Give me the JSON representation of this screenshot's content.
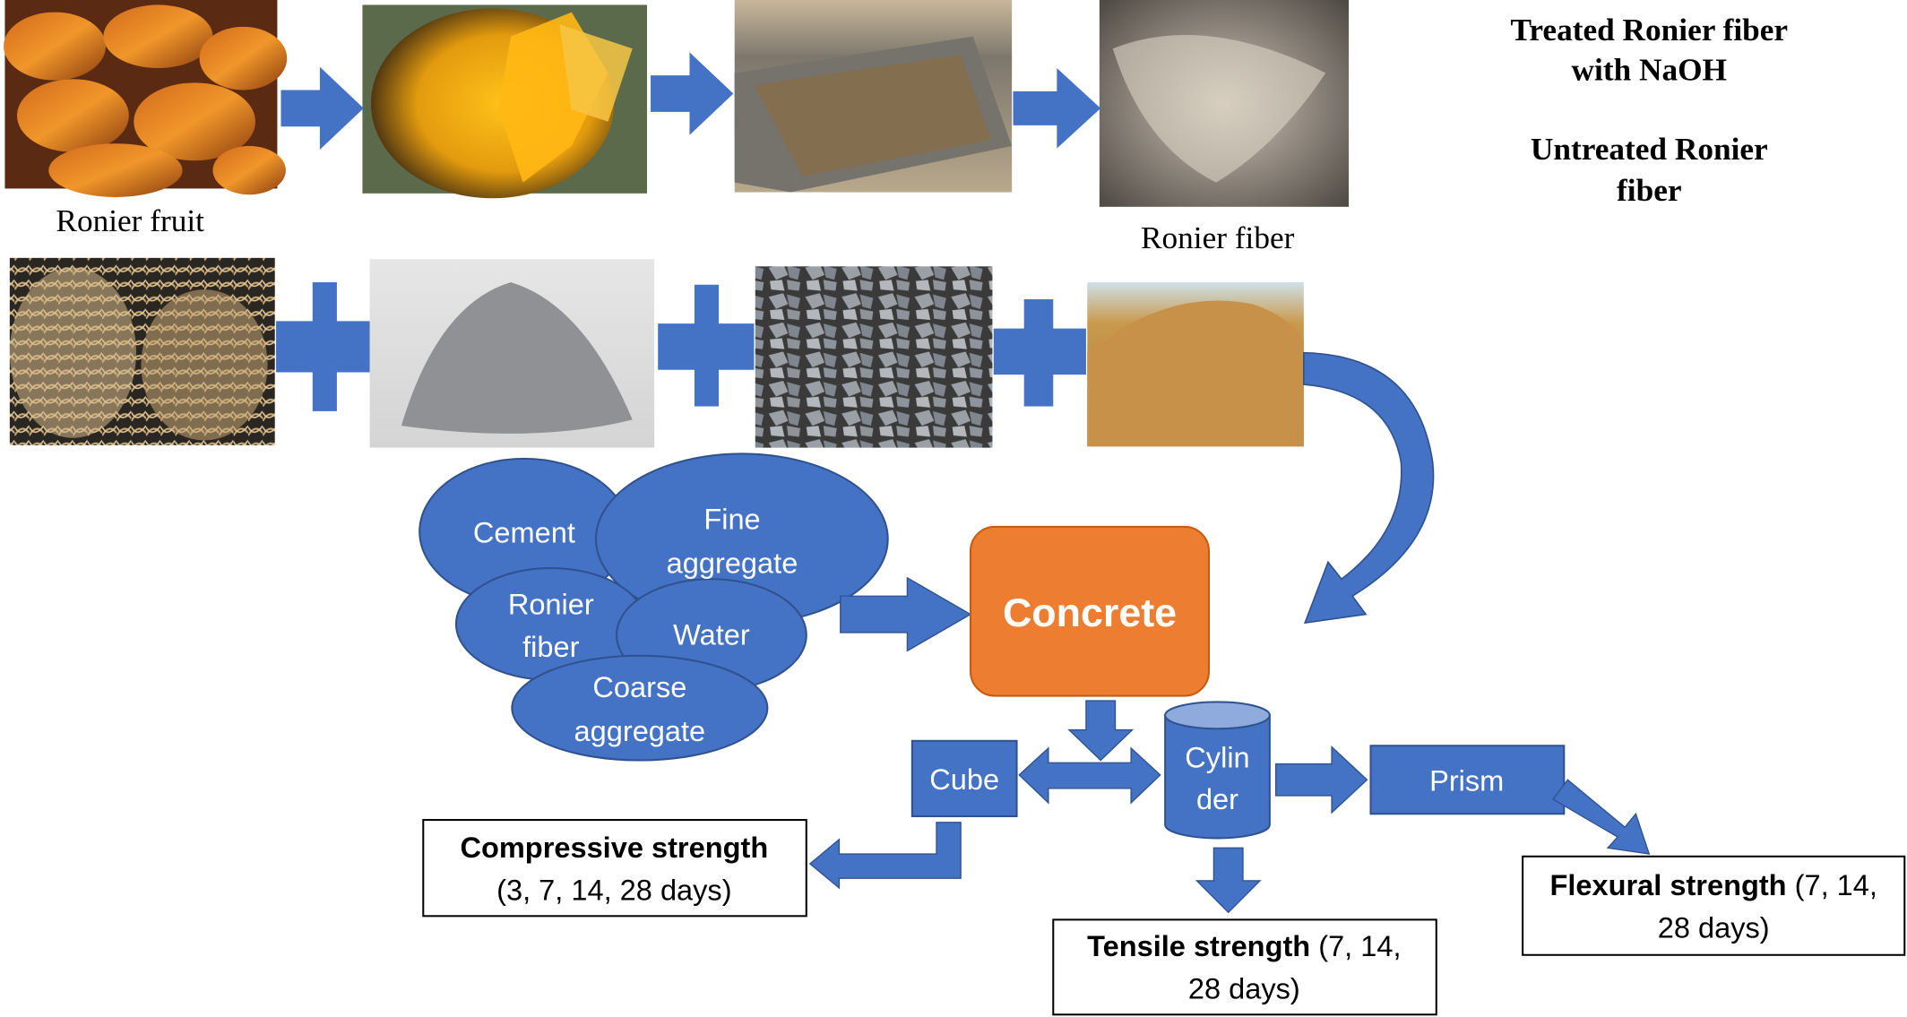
{
  "row1": {
    "fruit_label": "Ronier fruit",
    "fiber_label": "Ronier fiber"
  },
  "notes": {
    "treated_line1": "Treated Ronier fiber",
    "treated_line2": "with NaOH",
    "untreated_line1": "Untreated Ronier",
    "untreated_line2": "fiber"
  },
  "ingredients": {
    "cement": "Cement",
    "fine_line1": "Fine",
    "fine_line2": "aggregate",
    "ronier_line1": "Ronier",
    "ronier_line2": "fiber",
    "water": "Water",
    "coarse_line1": "Coarse",
    "coarse_line2": "aggregate"
  },
  "concrete": "Concrete",
  "specimens": {
    "cube": "Cube",
    "cylinder_line1": "Cylin",
    "cylinder_line2": "der",
    "prism": "Prism"
  },
  "results": {
    "compressive_title": "Compressive strength",
    "compressive_days": "(3, 7, 14, 28 days)",
    "tensile_title": "Tensile strength",
    "tensile_days_a": " (7, 14,",
    "tensile_days_b": "28 days)",
    "flexural_title": "Flexural strength",
    "flexural_days_a": " (7, 14,",
    "flexural_days_b": "28 days)"
  },
  "colors": {
    "blue": "#4472C4",
    "blue_dark": "#2F528F",
    "orange": "#ED7D31"
  }
}
